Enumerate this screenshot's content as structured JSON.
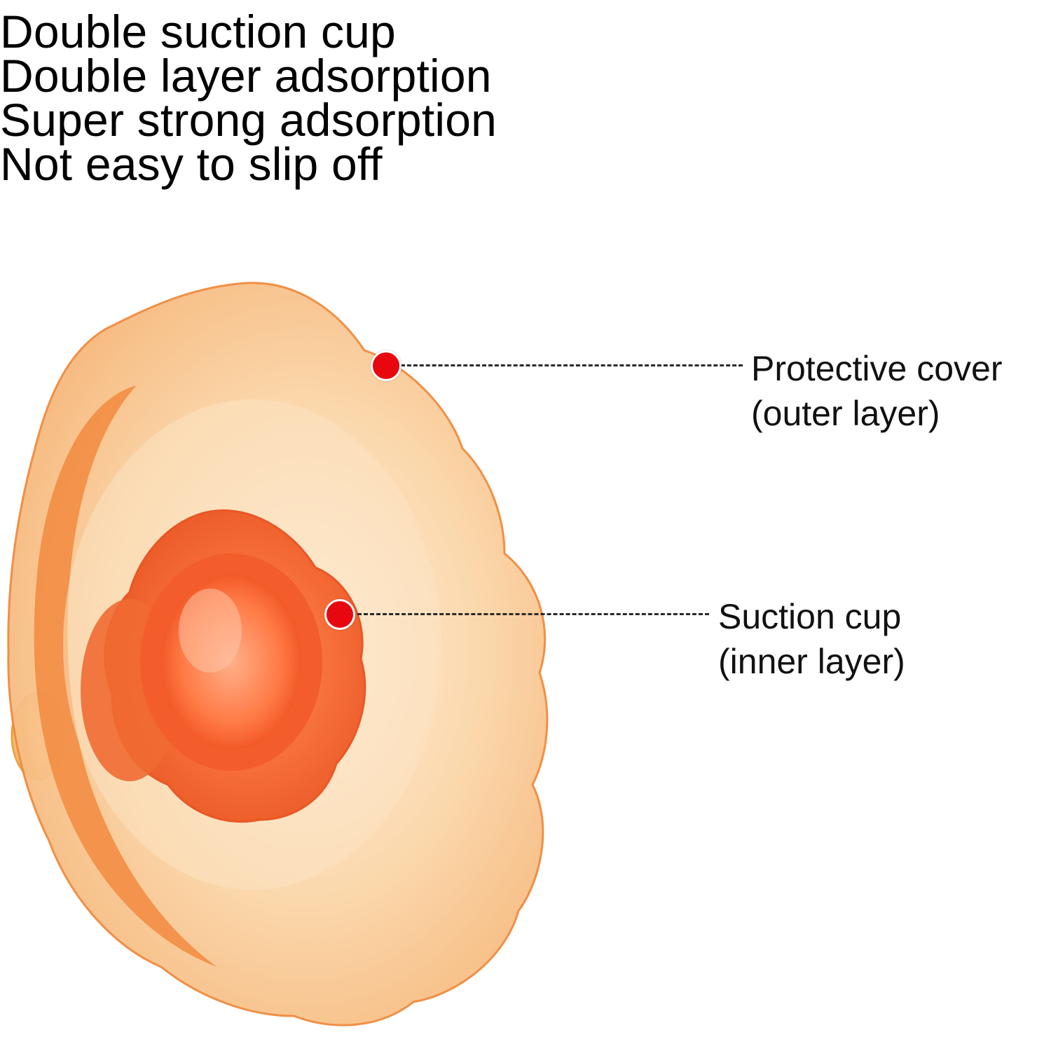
{
  "headline": {
    "lines": [
      "Double suction cup",
      "Double layer adsorption",
      "Super strong adsorption",
      "Not easy to slip off"
    ]
  },
  "illustration": {
    "subject": "suction-cup-icon",
    "colors": {
      "outer_layer": "#f8c58c",
      "outer_rim": "#f27a2c",
      "inner_layer": "#f05a2a",
      "inner_core": "#ff8a4a"
    }
  },
  "callouts": [
    {
      "title": "Protective cover",
      "subtitle": "(outer layer)"
    },
    {
      "title": "Suction cup",
      "subtitle": "(inner layer)"
    }
  ],
  "marker_color": "#e8070f"
}
